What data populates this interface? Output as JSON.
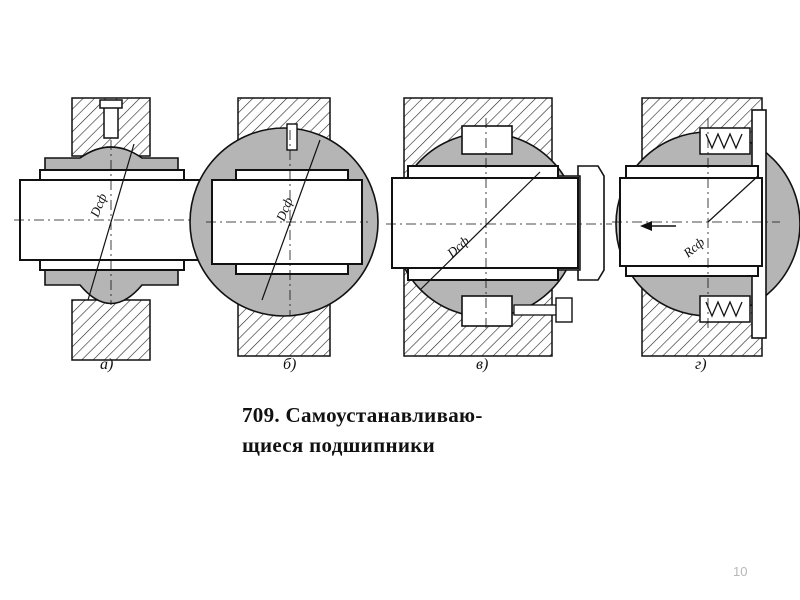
{
  "figure": {
    "panels": [
      {
        "label": "а)",
        "dim": "Dсф"
      },
      {
        "label": "б)",
        "dim": "Dсф"
      },
      {
        "label": "в)",
        "dim": "Dсф"
      },
      {
        "label": "г)",
        "dim": "Rсф"
      }
    ],
    "caption_line1": "709. Самоустанавливаю-",
    "caption_line2": "щиеся подшипники"
  },
  "slide": {
    "number": "10"
  },
  "colors": {
    "ink": "#111111",
    "fill": "#b5b5b5",
    "page": "#ffffff",
    "slide_number": "#b7b7b7"
  }
}
